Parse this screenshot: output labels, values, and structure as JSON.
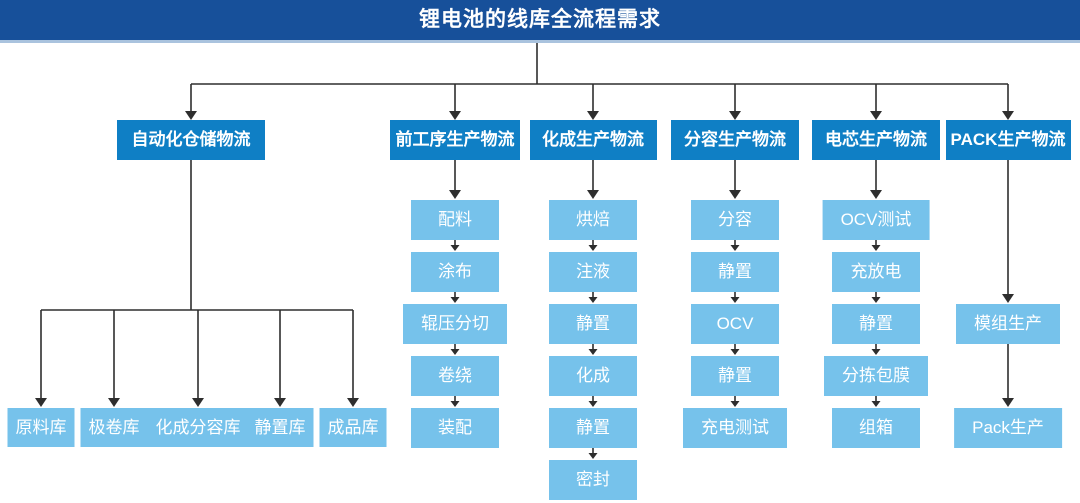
{
  "title": "锂电池的线库全流程需求",
  "colors": {
    "title_bar": "#17509A",
    "title_underline": "#AAC3DE",
    "branch_box": "#0F7FC5",
    "step_box": "#76C2EB",
    "connector": "#2E2E2E"
  },
  "branches": [
    {
      "label": "自动化仓储物流",
      "children": [
        "原料库",
        "极卷库",
        "化成分容库",
        "静置库",
        "成品库"
      ]
    },
    {
      "label": "前工序生产物流",
      "steps": [
        "配料",
        "涂布",
        "辊压分切",
        "卷绕",
        "装配"
      ]
    },
    {
      "label": "化成生产物流",
      "steps": [
        "烘焙",
        "注液",
        "静置",
        "化成",
        "静置",
        "密封"
      ]
    },
    {
      "label": "分容生产物流",
      "steps": [
        "分容",
        "静置",
        "OCV",
        "静置",
        "充电测试"
      ]
    },
    {
      "label": "电芯生产物流",
      "steps": [
        "OCV测试",
        "充放电",
        "静置",
        "分拣包膜",
        "组箱"
      ]
    },
    {
      "label": "PACK生产物流",
      "steps": [
        "模组生产",
        "Pack生产"
      ]
    }
  ]
}
